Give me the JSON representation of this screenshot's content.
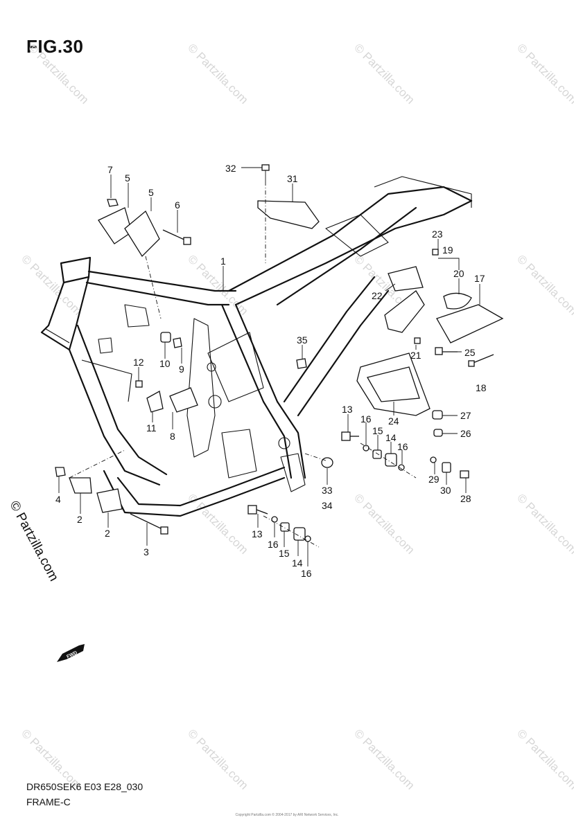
{
  "figure": {
    "title": "FIG.30",
    "model_code": "DR650SEK6 E03 E28_030",
    "assembly_name": "FRAME-C"
  },
  "watermark": {
    "text": "© Partzilla.com",
    "side_text": "© Partzilla.com"
  },
  "fwd_icon": {
    "label": "FWD",
    "icon": "forward-arrow-icon"
  },
  "copyright": "Copyright Partzilla.com © 2004-2017 by ARI Network Services, Inc.",
  "callouts": [
    {
      "id": "c32",
      "label": "32"
    },
    {
      "id": "c31",
      "label": "31"
    },
    {
      "id": "c7",
      "label": "7"
    },
    {
      "id": "c5a",
      "label": "5"
    },
    {
      "id": "c5b",
      "label": "5"
    },
    {
      "id": "c6",
      "label": "6"
    },
    {
      "id": "c1",
      "label": "1"
    },
    {
      "id": "c23",
      "label": "23"
    },
    {
      "id": "c19",
      "label": "19"
    },
    {
      "id": "c20",
      "label": "20"
    },
    {
      "id": "c17",
      "label": "17"
    },
    {
      "id": "c22",
      "label": "22"
    },
    {
      "id": "c35",
      "label": "35"
    },
    {
      "id": "c21",
      "label": "21"
    },
    {
      "id": "c25",
      "label": "25"
    },
    {
      "id": "c18",
      "label": "18"
    },
    {
      "id": "c12",
      "label": "12"
    },
    {
      "id": "c10",
      "label": "10"
    },
    {
      "id": "c9",
      "label": "9"
    },
    {
      "id": "c11",
      "label": "11"
    },
    {
      "id": "c8",
      "label": "8"
    },
    {
      "id": "c24",
      "label": "24"
    },
    {
      "id": "c27",
      "label": "27"
    },
    {
      "id": "c26",
      "label": "26"
    },
    {
      "id": "c13a",
      "label": "13"
    },
    {
      "id": "c16a",
      "label": "16"
    },
    {
      "id": "c15a",
      "label": "15"
    },
    {
      "id": "c14a",
      "label": "14"
    },
    {
      "id": "c16b",
      "label": "16"
    },
    {
      "id": "c29",
      "label": "29"
    },
    {
      "id": "c30",
      "label": "30"
    },
    {
      "id": "c28",
      "label": "28"
    },
    {
      "id": "c33",
      "label": "33"
    },
    {
      "id": "c34",
      "label": "34"
    },
    {
      "id": "c4",
      "label": "4"
    },
    {
      "id": "c2a",
      "label": "2"
    },
    {
      "id": "c2b",
      "label": "2"
    },
    {
      "id": "c3",
      "label": "3"
    },
    {
      "id": "c13b",
      "label": "13"
    },
    {
      "id": "c16c",
      "label": "16"
    },
    {
      "id": "c15b",
      "label": "15"
    },
    {
      "id": "c14b",
      "label": "14"
    },
    {
      "id": "c16d",
      "label": "16"
    }
  ]
}
